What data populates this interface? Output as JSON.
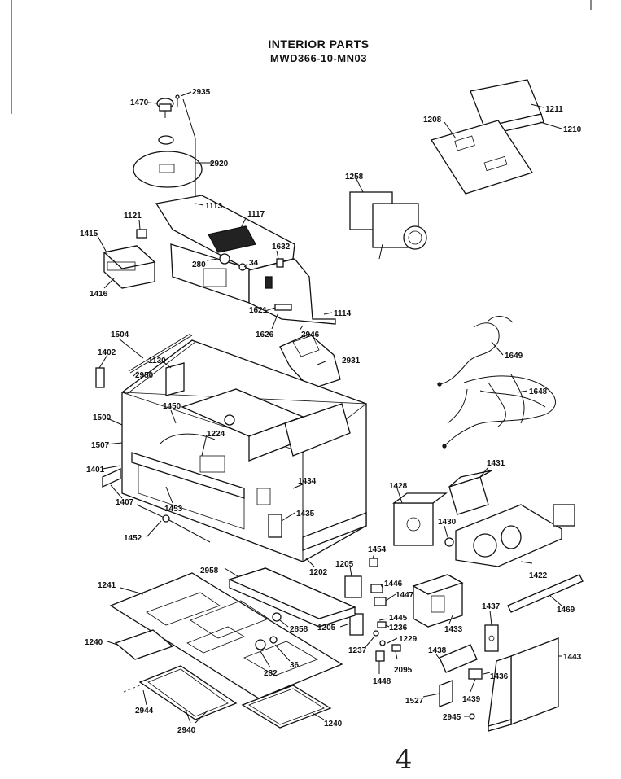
{
  "title": "INTERIOR PARTS",
  "model": "MWD366-10-MN03",
  "handwritten_page": "4",
  "labels": {
    "l1470": "1470",
    "l2935": "2935",
    "l2920": "2920",
    "l1211": "1211",
    "l1208": "1208",
    "l1210": "1210",
    "l1258": "1258",
    "l1121": "1121",
    "l1113": "1113",
    "l1117": "1117",
    "l1415": "1415",
    "l1416": "1416",
    "l280": "280",
    "l34": "34",
    "l1632": "1632",
    "l1621": "1621",
    "l1114": "1114",
    "l1626": "1626",
    "l2946": "2946",
    "l2931": "2931",
    "l1504": "1504",
    "l1402": "1402",
    "l1130": "1130",
    "l2950": "2950",
    "l1649": "1649",
    "l1648": "1648",
    "l1450": "1450",
    "l1500": "1500",
    "l1224": "1224",
    "l1507": "1507",
    "l1401": "1401",
    "l1407": "1407",
    "l1453": "1453",
    "l1434": "1434",
    "l1435": "1435",
    "l1452": "1452",
    "l1431": "1431",
    "l1428": "1428",
    "l1430": "1430",
    "l1454": "1454",
    "l1202": "1202",
    "l1205a": "1205",
    "l2958": "2958",
    "l1446": "1446",
    "l1447": "1447",
    "l1422": "1422",
    "l1241": "1241",
    "l1469": "1469",
    "l1437": "1437",
    "l1433": "1433",
    "l2858": "2858",
    "l1205b": "1205",
    "l1236": "1236",
    "l1240a": "1240",
    "l1445": "1445",
    "l1229": "1229",
    "l1443": "1443",
    "l1438": "1438",
    "l1237": "1237",
    "l282": "282",
    "l36": "36",
    "l2095": "2095",
    "l1436": "1436",
    "l1448": "1448",
    "l1439": "1439",
    "l1527": "1527",
    "l2944": "2944",
    "l2945": "2945",
    "l2940": "2940",
    "l1240b": "1240"
  }
}
